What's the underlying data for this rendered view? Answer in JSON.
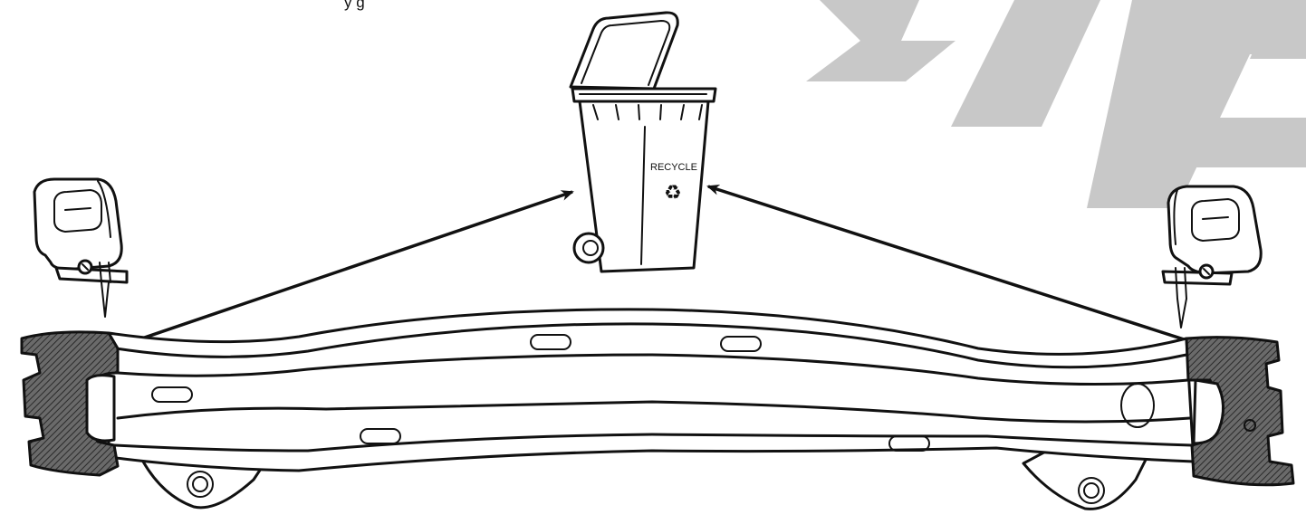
{
  "caption": {
    "partial_text": "y                                           g"
  },
  "bin": {
    "label": "RECYCLE",
    "symbol": "♻"
  },
  "icons": {
    "left_tool": "jigsaw-icon",
    "right_tool": "jigsaw-icon",
    "bin": "wheelie-bin-icon",
    "part": "bumper-reinforcement-beam"
  },
  "colors": {
    "line": "#111111",
    "hatch": "#555555",
    "watermark": "#c8c8c8",
    "background": "#ffffff"
  }
}
